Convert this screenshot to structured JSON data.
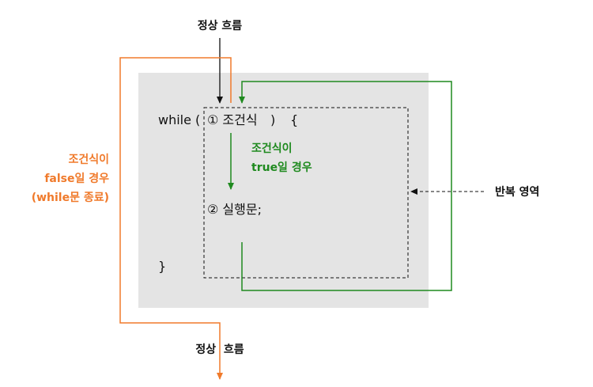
{
  "labels": {
    "normal_flow_top": "정상 흐름",
    "normal_flow_bottom": "정상  흐름",
    "false_case": [
      "조건식이",
      "false일 경우",
      "(while문 종료)"
    ],
    "true_case": [
      "조건식이",
      "true일 경우"
    ],
    "loop_area": "반복 영역"
  },
  "code": {
    "while_open": "while (",
    "condition": "① 조건식",
    "paren_close": ")",
    "brace_open": "{",
    "statement": "② 실행문;",
    "brace_close": "}"
  },
  "colors": {
    "orange": "#f07a2b",
    "green": "#1f8a1f",
    "black": "#111111",
    "code_box": "#e4e4e4"
  }
}
